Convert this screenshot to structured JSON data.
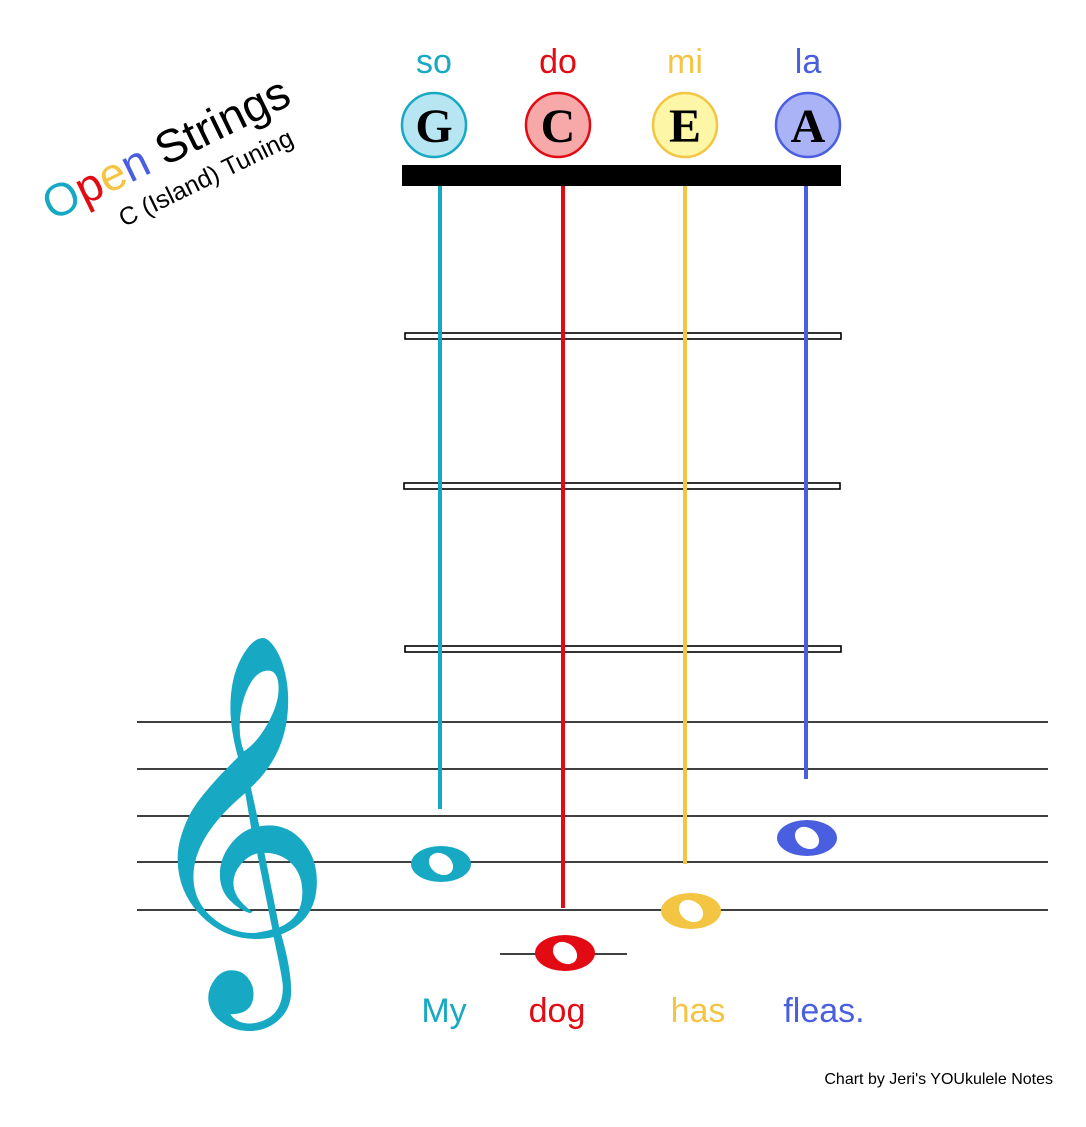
{
  "title": {
    "letters": [
      {
        "char": "O",
        "color": "#17a9c3"
      },
      {
        "char": "p",
        "color": "#e30b13"
      },
      {
        "char": "e",
        "color": "#f4c542"
      },
      {
        "char": "n",
        "color": "#4a5fe0"
      }
    ],
    "rest": " Strings",
    "subtitle": "C (Island) Tuning"
  },
  "strings": [
    {
      "solfege": "so",
      "note": "G",
      "lyric": "My",
      "color": "#17a9c3",
      "fill": "#b7e6f2"
    },
    {
      "solfege": "do",
      "note": "C",
      "lyric": "dog",
      "color": "#e30b13",
      "fill": "#f7a9a9"
    },
    {
      "solfege": "mi",
      "note": "E",
      "lyric": "has",
      "color": "#f4c542",
      "fill": "#fdf6a6"
    },
    {
      "solfege": "la",
      "note": "A",
      "lyric": "fleas.",
      "color": "#4a5fe0",
      "fill": "#a9b3f5"
    }
  ],
  "colors": {
    "treble_clef": "#17a9c3",
    "fretboard": "#000000"
  },
  "icons": [
    "treble-clef-icon",
    "whole-note-icon"
  ],
  "credit": "Chart by Jeri's YOUkulele Notes"
}
